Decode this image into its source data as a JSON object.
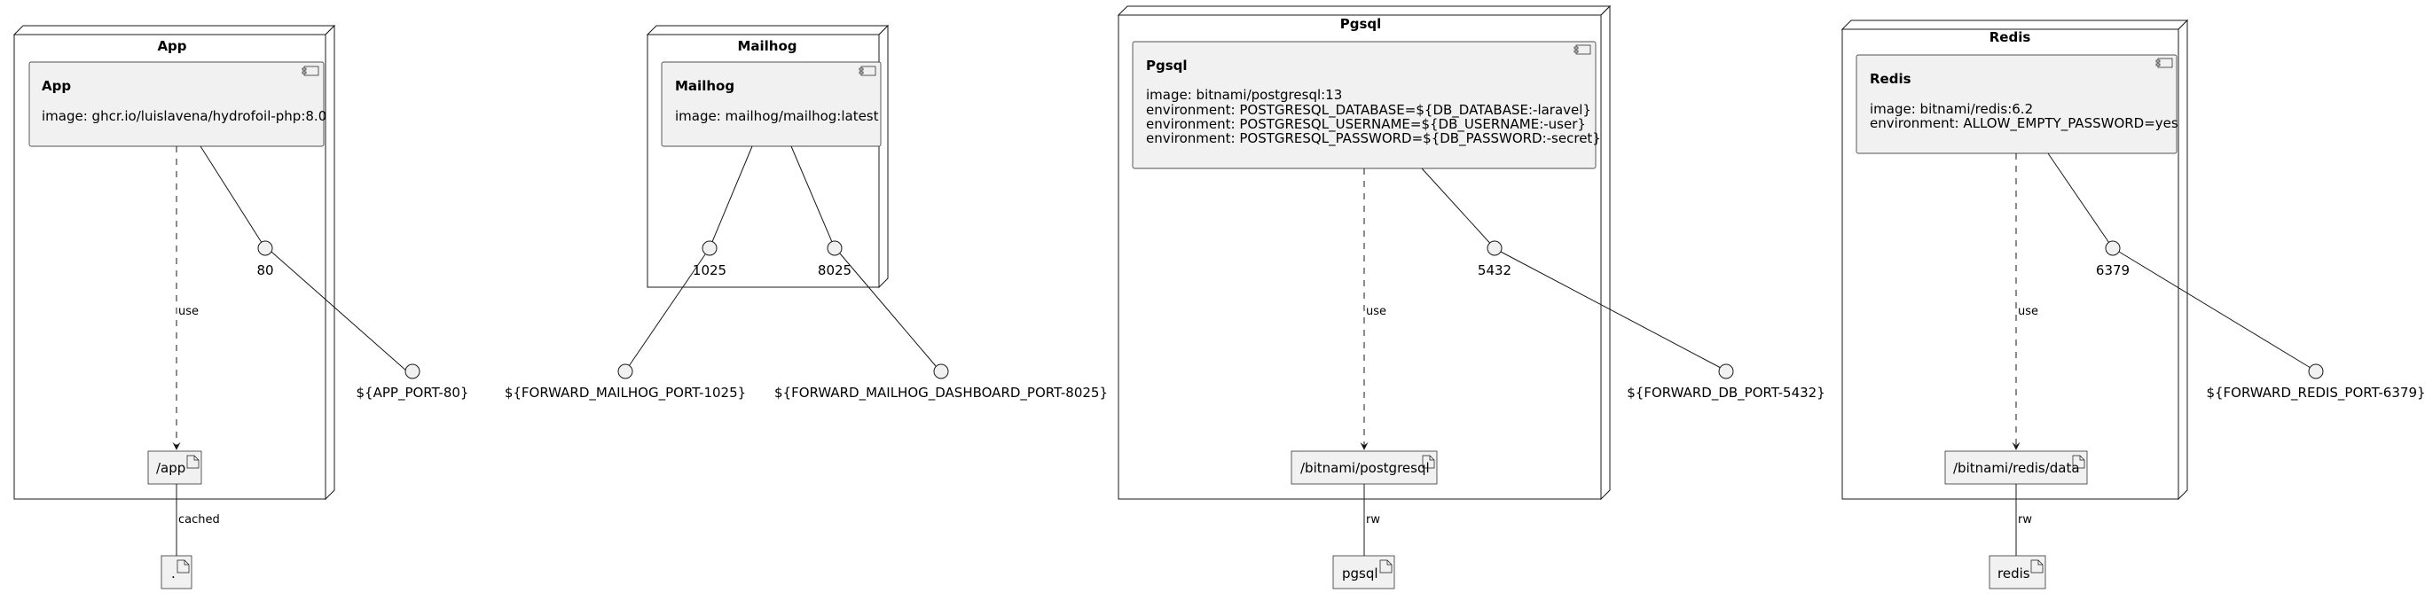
{
  "diagram": {
    "nodes": [
      {
        "id": "app",
        "title": "App",
        "component": {
          "name": "App",
          "lines": [
            "image: ghcr.io/luislavena/hydrofoil-php:8.0"
          ]
        },
        "inner_ports": [
          {
            "label": "80"
          }
        ],
        "external_ports": [
          {
            "label": "${APP_PORT-80}"
          }
        ],
        "volume": {
          "label": "/app",
          "edge_label": "use"
        },
        "host": {
          "label": ".",
          "edge_label": "cached"
        }
      },
      {
        "id": "mailhog",
        "title": "Mailhog",
        "component": {
          "name": "Mailhog",
          "lines": [
            "image: mailhog/mailhog:latest"
          ]
        },
        "inner_ports": [
          {
            "label": "1025"
          },
          {
            "label": "8025"
          }
        ],
        "external_ports": [
          {
            "label": "${FORWARD_MAILHOG_PORT-1025}"
          },
          {
            "label": "${FORWARD_MAILHOG_DASHBOARD_PORT-8025}"
          }
        ]
      },
      {
        "id": "pgsql",
        "title": "Pgsql",
        "component": {
          "name": "Pgsql",
          "lines": [
            "image: bitnami/postgresql:13",
            "environment: POSTGRESQL_DATABASE=${DB_DATABASE:-laravel}",
            "environment: POSTGRESQL_USERNAME=${DB_USERNAME:-user}",
            "environment: POSTGRESQL_PASSWORD=${DB_PASSWORD:-secret}"
          ]
        },
        "inner_ports": [
          {
            "label": "5432"
          }
        ],
        "external_ports": [
          {
            "label": "${FORWARD_DB_PORT-5432}"
          }
        ],
        "volume": {
          "label": "/bitnami/postgresql",
          "edge_label": "use"
        },
        "host": {
          "label": "pgsql",
          "edge_label": "rw"
        }
      },
      {
        "id": "redis",
        "title": "Redis",
        "component": {
          "name": "Redis",
          "lines": [
            "image: bitnami/redis:6.2",
            "environment: ALLOW_EMPTY_PASSWORD=yes"
          ]
        },
        "inner_ports": [
          {
            "label": "6379"
          }
        ],
        "external_ports": [
          {
            "label": "${FORWARD_REDIS_PORT-6379}"
          }
        ],
        "volume": {
          "label": "/bitnami/redis/data",
          "edge_label": "use"
        },
        "host": {
          "label": "redis",
          "edge_label": "rw"
        }
      }
    ],
    "colors": {
      "stroke": "#181818",
      "fill": "#f1f1f1",
      "background": "#ffffff",
      "text": "#000000"
    }
  }
}
